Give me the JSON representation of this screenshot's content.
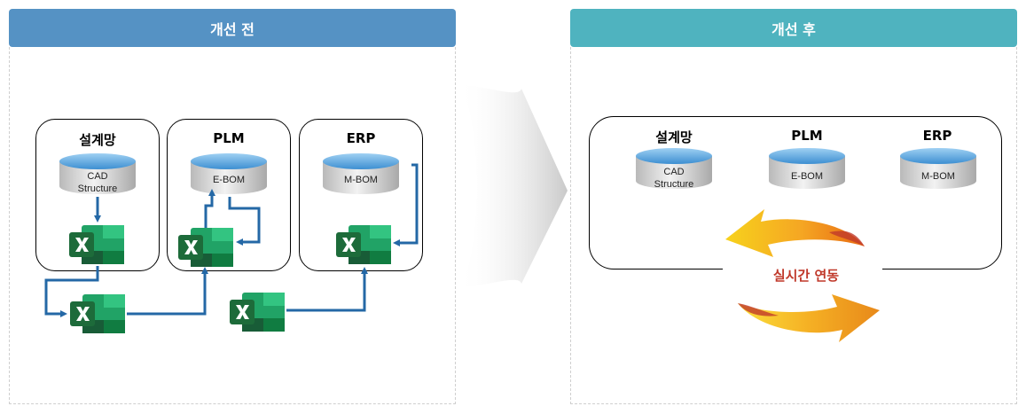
{
  "before": {
    "header": "개선 전",
    "systems": [
      {
        "title": "설계망",
        "db_label_lines": [
          "CAD",
          "Structure"
        ]
      },
      {
        "title": "PLM",
        "db_label_lines": [
          "E-BOM"
        ]
      },
      {
        "title": "ERP",
        "db_label_lines": [
          "M-BOM"
        ]
      }
    ]
  },
  "after": {
    "header": "개선 후",
    "systems": [
      {
        "title": "설계망",
        "db_label_lines": [
          "CAD",
          "Structure"
        ]
      },
      {
        "title": "PLM",
        "db_label_lines": [
          "E-BOM"
        ]
      },
      {
        "title": "ERP",
        "db_label_lines": [
          "M-BOM"
        ]
      }
    ],
    "cycle_label": "실시간 연동"
  },
  "colors": {
    "header_before": "#5592c4",
    "header_after": "#4fb3bf",
    "flow_arrow": "#2468a6",
    "excel_dark": "#1d6b3a",
    "excel_light": "#21a366",
    "cycle_orange": "#f5a623"
  },
  "icons": [
    "database-icon",
    "excel-icon",
    "transition-arrow-icon",
    "sync-cycle-icon"
  ]
}
